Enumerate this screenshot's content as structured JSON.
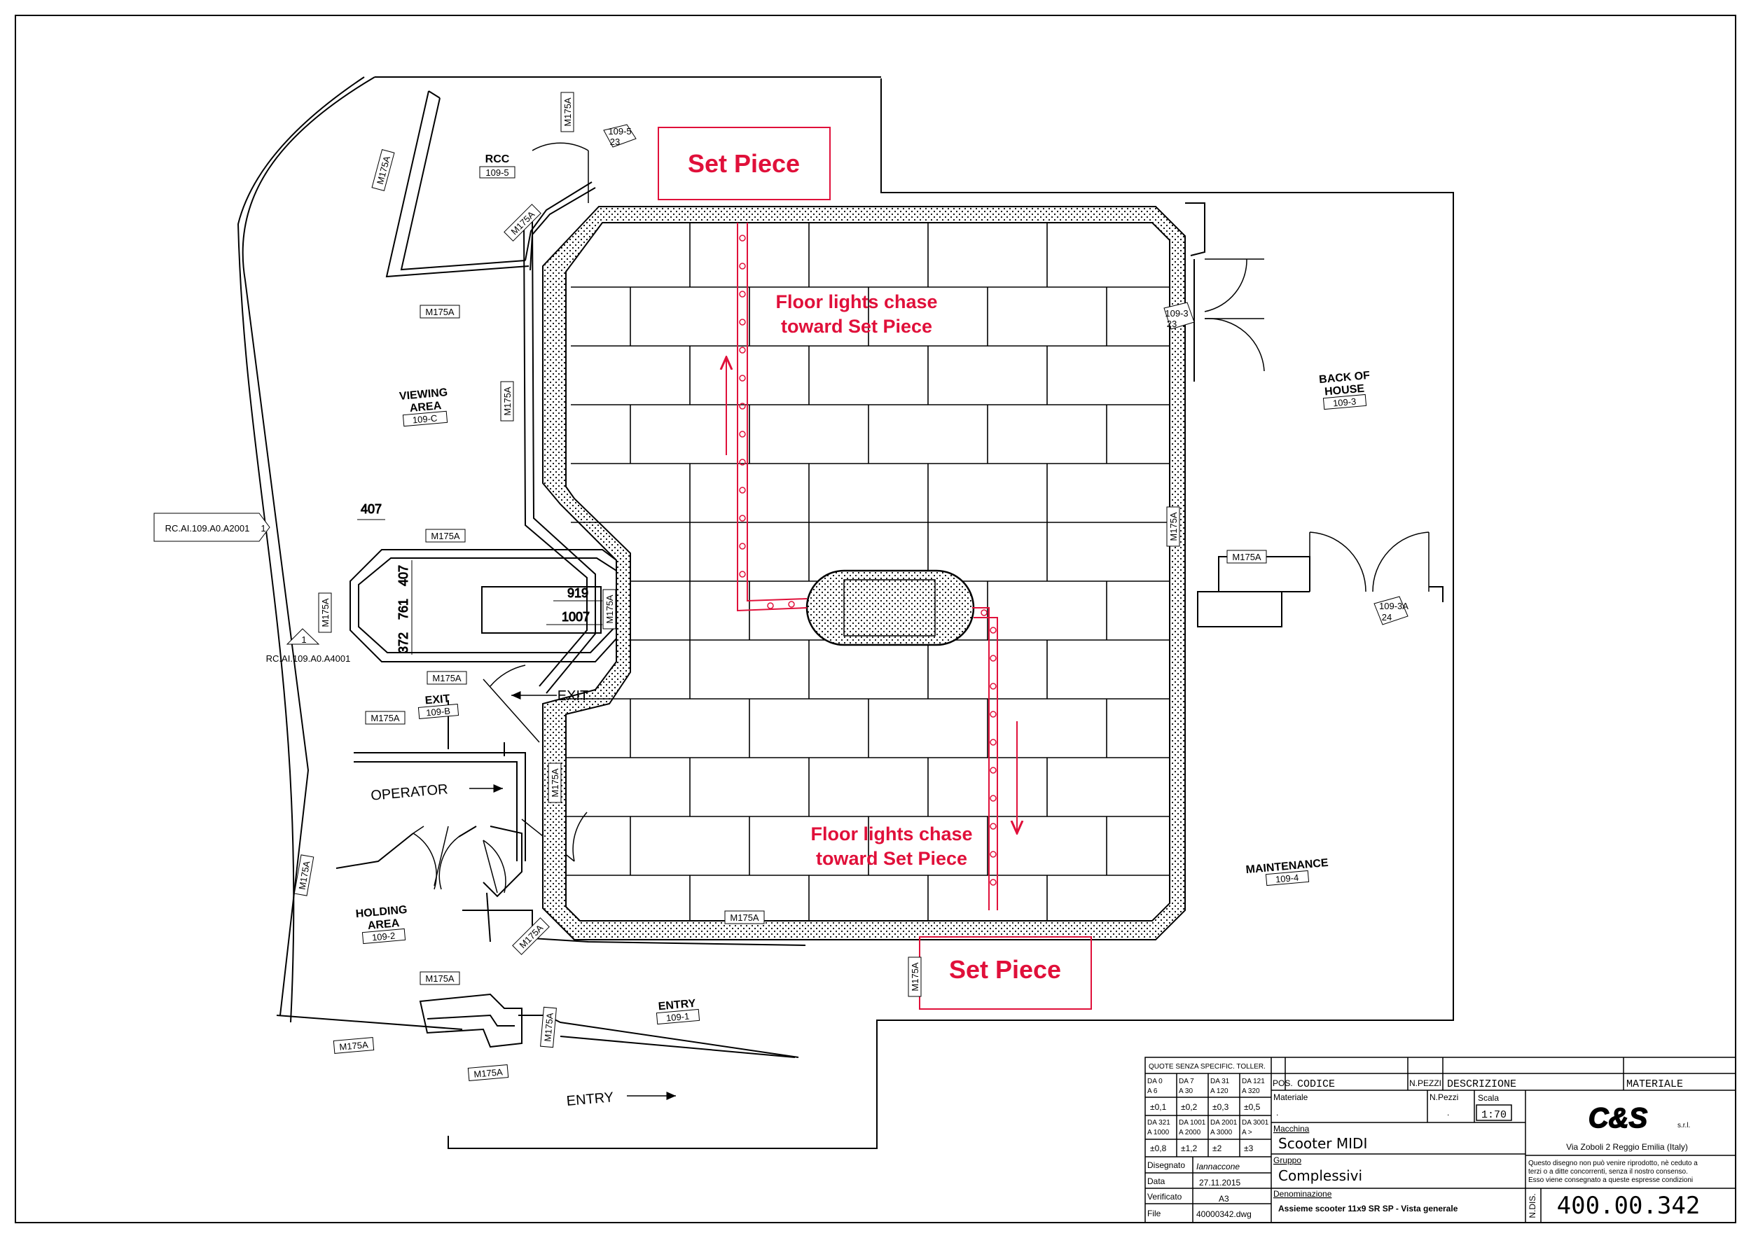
{
  "rooms": {
    "rcc": {
      "name": "RCC",
      "code": "109-5"
    },
    "viewing": {
      "name1": "VIEWING",
      "name2": "AREA",
      "code": "109-C"
    },
    "back_of_house": {
      "name1": "BACK OF",
      "name2": "HOUSE",
      "code": "109-3"
    },
    "exit": {
      "name": "EXIT",
      "code": "109-B"
    },
    "holding": {
      "name1": "HOLDING",
      "name2": "AREA",
      "code": "109-2"
    },
    "maintenance": {
      "name": "MAINTENANCE",
      "code": "109-4"
    },
    "entry": {
      "name": "ENTRY",
      "code": "109-1"
    }
  },
  "labels": {
    "operator": "OPERATOR",
    "exit_arrow": "EXIT",
    "entry_arrow": "ENTRY",
    "wall_tag": "M175A",
    "section_ref": "RC.AI.109.A0.A2001",
    "section_num": "1",
    "detail_ref": "RC.AI.109.A0.A4001",
    "detail_num": "1",
    "door_tag_rcc": {
      "code": "109-5",
      "num": "23"
    },
    "door_tag_boh": {
      "code": "109-3",
      "num": "23"
    },
    "door_tag_maint": {
      "code": "109-3A",
      "num": "24"
    }
  },
  "dimensions": {
    "d407_top": "407",
    "d407_side": "407",
    "d761": "761",
    "d372": "372",
    "d919": "919",
    "d1007": "1007"
  },
  "annotations": {
    "set_piece_top": "Set Piece",
    "set_piece_bottom": "Set Piece",
    "chase_top_line1": "Floor lights chase",
    "chase_top_line2": "toward Set Piece",
    "chase_bottom_line1": "Floor lights chase",
    "chase_bottom_line2": "toward Set Piece",
    "annotation_color": "#e0103a"
  },
  "title_block": {
    "tolerance_header": "QUOTE SENZA SPECIFIC. TOLLER.",
    "tol_row1": [
      "DA 0",
      "DA 7",
      "DA 31",
      "DA 121"
    ],
    "tol_row1b": [
      "A 6",
      "A 30",
      "A 120",
      "A 320"
    ],
    "tol_row2": [
      "±0,1",
      "±0,2",
      "±0,3",
      "±0,5"
    ],
    "tol_row3": [
      "DA 321",
      "DA 1001",
      "DA 2001",
      "DA 3001"
    ],
    "tol_row3b": [
      "A 1000",
      "A 2000",
      "A 3000",
      "A >"
    ],
    "tol_row4": [
      "±0,8",
      "±1,2",
      "±2",
      "±3"
    ],
    "pos_label": "POS.",
    "codice_label": "CODICE",
    "npezzi_label": "N.PEZZI",
    "descrizione_label": "DESCRIZIONE",
    "materiale_label": "MATERIALE",
    "materiale_field": "Materiale",
    "materiale_value": ".",
    "npezzi_field": "N.Pezzi",
    "npezzi_value": ".",
    "scala_field": "Scala",
    "scala_value": "1:70",
    "macchina_field": "Macchina",
    "macchina_value": "Scooter MIDI",
    "gruppo_field": "Gruppo",
    "gruppo_value": "Complessivi",
    "denominazione_field": "Denominazione",
    "denominazione_value": "Assieme scooter 11x9 SR SP - Vista generale",
    "disegnato_label": "Disegnato",
    "disegnato_value": "Iannaccone",
    "data_label": "Data",
    "data_value": "27.11.2015",
    "verificato_label": "Verificato",
    "verificato_value": "A3",
    "file_label": "File",
    "file_value": "40000342.dwg",
    "ndis_label": "N.DIS.",
    "ndis_value": "400.00.342",
    "company_logo": "C&S",
    "company_suffix": "s.r.l.",
    "company_address": "Via Zoboli 2 Reggio Emilia (Italy)",
    "disclaimer1": "Questo disegno non può venire riprodotto, nè ceduto a",
    "disclaimer2": "terzi o a ditte concorrenti, senza il nostro consenso.",
    "disclaimer3": "Esso viene consegnato a queste espresse condizioni"
  }
}
